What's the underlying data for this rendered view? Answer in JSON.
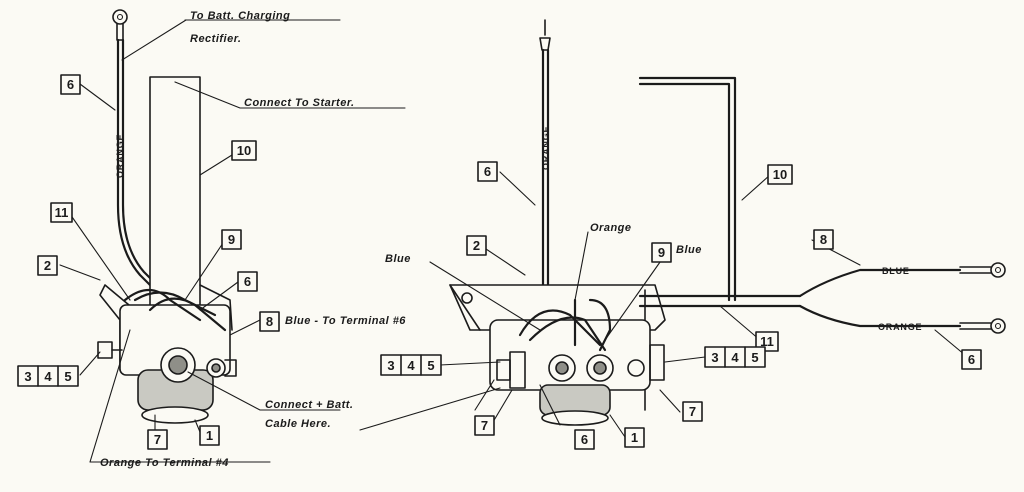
{
  "labels": {
    "batt_line1": "To Batt. Charging",
    "batt_line2": "Rectifier.",
    "connect_starter": "Connect To Starter.",
    "blue_terminal6": "Blue - To Terminal #6",
    "connect_batt_line1": "Connect + Batt.",
    "connect_batt_line2": "Cable Here.",
    "orange_terminal4": "Orange To Terminal #4",
    "blue_left": "Blue",
    "orange_mid": "Orange",
    "blue_9": "Blue"
  },
  "wire_labels": {
    "orange_left": "ORANGE",
    "orange_center": "ORANGE",
    "blue_right": "BLUE",
    "orange_right": "ORANGE"
  },
  "callouts": {
    "left_6": "6",
    "left_10": "10",
    "left_11": "11",
    "left_9": "9",
    "left_2": "2",
    "left_6b": "6",
    "left_8": "8",
    "left_345": [
      "3",
      "4",
      "5"
    ],
    "left_7": "7",
    "left_1": "1",
    "right_6": "6",
    "right_10": "10",
    "right_2": "2",
    "right_9": "9",
    "right_8": "8",
    "right_11": "11",
    "right_345a": [
      "3",
      "4",
      "5"
    ],
    "right_345b": [
      "3",
      "4",
      "5"
    ],
    "right_7a": "7",
    "right_6b": "6",
    "right_1": "1",
    "right_7b": "7",
    "right_6c": "6"
  }
}
